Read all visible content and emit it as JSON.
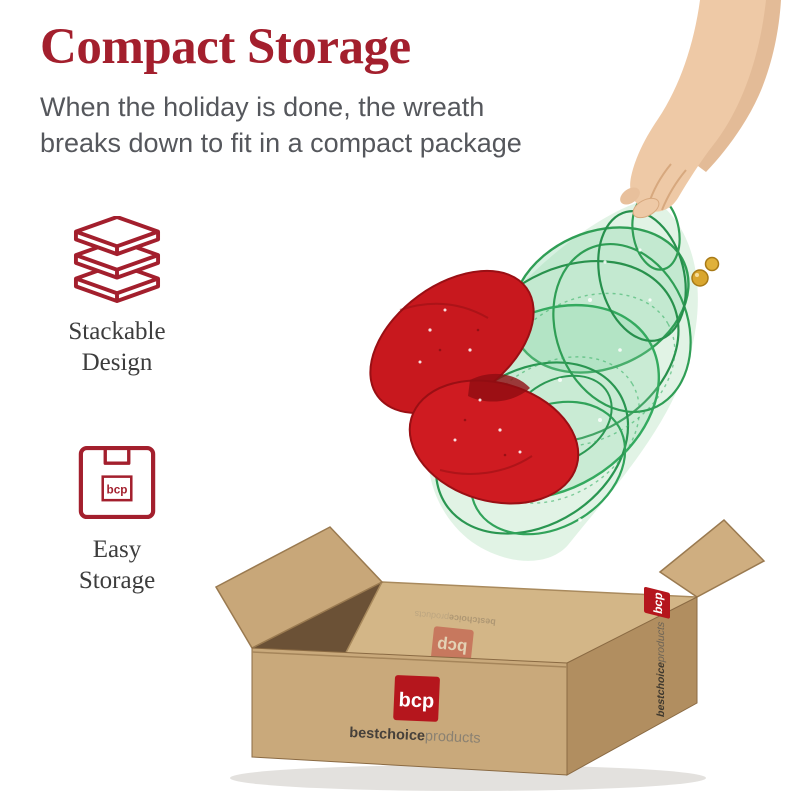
{
  "header": {
    "title": "Compact Storage",
    "subtitle_line1": "When the holiday is done, the wreath",
    "subtitle_line2": "breaks down to fit in a compact package"
  },
  "features": [
    {
      "label_line1": "Stackable",
      "label_line2": "Design"
    },
    {
      "label_line1": "Easy",
      "label_line2": "Storage",
      "icon_label": "bcp"
    }
  ],
  "box_branding": {
    "logo": "bcp",
    "brand_bold": "bestchoice",
    "brand_light": "products"
  },
  "colors": {
    "accent_red": "#a31f2d",
    "logo_red": "#b5161d",
    "cardboard": "#c9a97b",
    "cardboard_side": "#b18e60",
    "wreath_green": "#2f9e55",
    "bow_red": "#c8181e",
    "text_gray": "#55575c"
  }
}
